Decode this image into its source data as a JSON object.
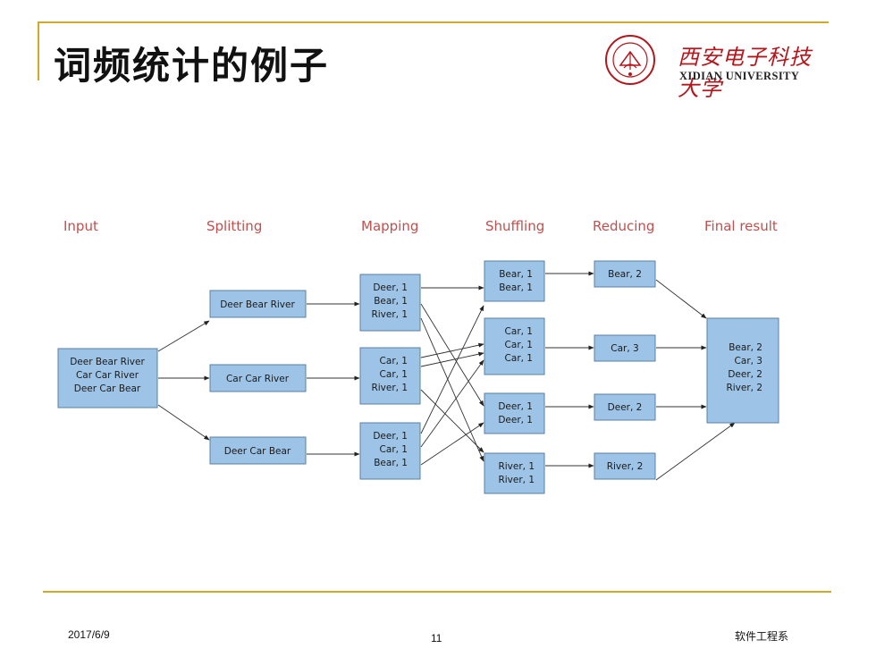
{
  "slide": {
    "title": "词频统计的例子",
    "footer": {
      "date": "2017/6/9",
      "page": "11",
      "department": "软件工程系"
    }
  },
  "logo": {
    "university_cn": "西安电子科技大学",
    "university_en": "XIDIAN UNIVERSITY",
    "seal_icon": "university-seal-icon",
    "accent_color": "#b4161c"
  },
  "colors": {
    "rule": "#d2a829",
    "stage_label": "#c0504d",
    "box_fill": "#9dc3e6",
    "box_border": "#5b7fa6"
  },
  "diagram": {
    "stages": [
      "Input",
      "Splitting",
      "Mapping",
      "Shuffling",
      "Reducing",
      "Final result"
    ],
    "input": [
      "Deer Bear River",
      "Car Car River",
      "Deer Car Bear"
    ],
    "splits": [
      "Deer Bear River",
      "Car Car River",
      "Deer Car Bear"
    ],
    "mapped": [
      [
        "Deer, 1",
        "Bear, 1",
        "River, 1"
      ],
      [
        "Car, 1",
        "Car, 1",
        "River, 1"
      ],
      [
        "Deer, 1",
        "Car, 1",
        "Bear, 1"
      ]
    ],
    "shuffled": [
      [
        "Bear, 1",
        "Bear, 1"
      ],
      [
        "Car, 1",
        "Car, 1",
        "Car, 1"
      ],
      [
        "Deer, 1",
        "Deer, 1"
      ],
      [
        "River, 1",
        "River, 1"
      ]
    ],
    "reduced": [
      "Bear, 2",
      "Car, 3",
      "Deer, 2",
      "River, 2"
    ],
    "final": [
      "Bear, 2",
      "Car, 3",
      "Deer, 2",
      "River, 2"
    ]
  }
}
